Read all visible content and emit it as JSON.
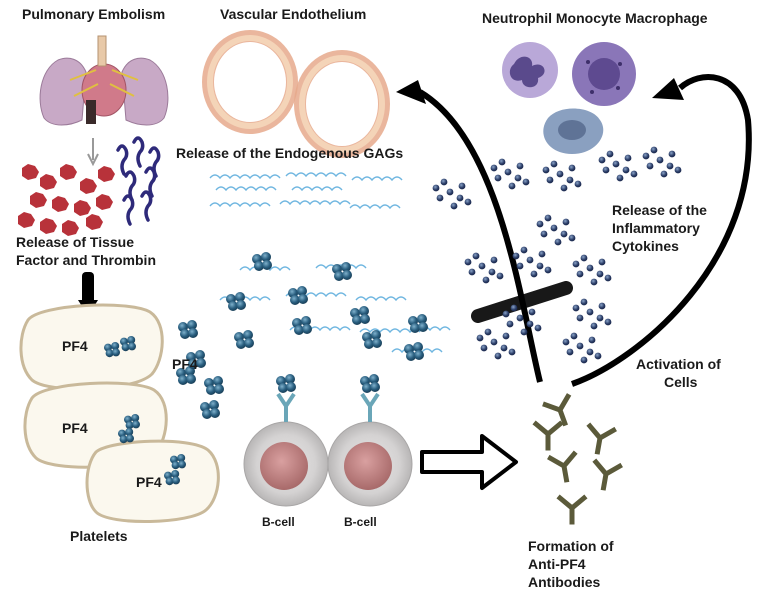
{
  "labels": {
    "pulmonary_embolism": "Pulmonary Embolism",
    "vascular_endothelium": "Vascular Endothelium",
    "leukocytes": "Neutrophil Monocyte Macrophage",
    "gags_release": "Release of the Endogenous GAGs",
    "tissue_factor_line1": "Release of Tissue",
    "tissue_factor_line2": "Factor and Thrombin",
    "cytokines_line1": "Release of the",
    "cytokines_line2": "Inflammatory",
    "cytokines_line3": "Cytokines",
    "pf4_platelet_1": "PF4",
    "pf4_platelet_2": "PF4",
    "pf4_platelet_3": "PF4",
    "pf4_free": "PF4",
    "activation_line1": "Activation of",
    "activation_line2": "Cells",
    "bcell_1": "B-cell",
    "bcell_2": "B-cell",
    "platelets": "Platelets",
    "antibodies_line1": "Formation of",
    "antibodies_line2": "Anti-PF4",
    "antibodies_line3": "Antibodies"
  },
  "colors": {
    "tissue_factor": "#b8323a",
    "thrombin": "#2e2a7a",
    "gag_strands": "#6fb6e0",
    "pf4_tetramer": "#1f4f6b",
    "cytokine_dot": "#2a3c66",
    "antibody": "#5b5a3a",
    "bcell_nucleus": "#c88a8a",
    "bcell_cytoplasm": "#cfcfcf",
    "platelet_fill": "#fbf8ee",
    "platelet_edge": "#c9b99a",
    "neutrophil": "#5a4a8c",
    "monocyte": "#8a76b8",
    "macrophage": "#8aa0c0",
    "vessel_outer": "#e6a98c",
    "vessel_inner": "#f4d4b8",
    "lung": "#c8a9c6",
    "heart": "#d07a8a",
    "arrow": "#000000"
  },
  "icons": [
    "lungs-heart-icon",
    "blood-vessel-icon",
    "neutrophil-icon",
    "monocyte-icon",
    "macrophage-icon",
    "antibody-icon",
    "b-cell-icon",
    "platelet-icon",
    "gag-strand-icon",
    "pf4-tetramer-icon",
    "cytokine-dot-icon"
  ]
}
